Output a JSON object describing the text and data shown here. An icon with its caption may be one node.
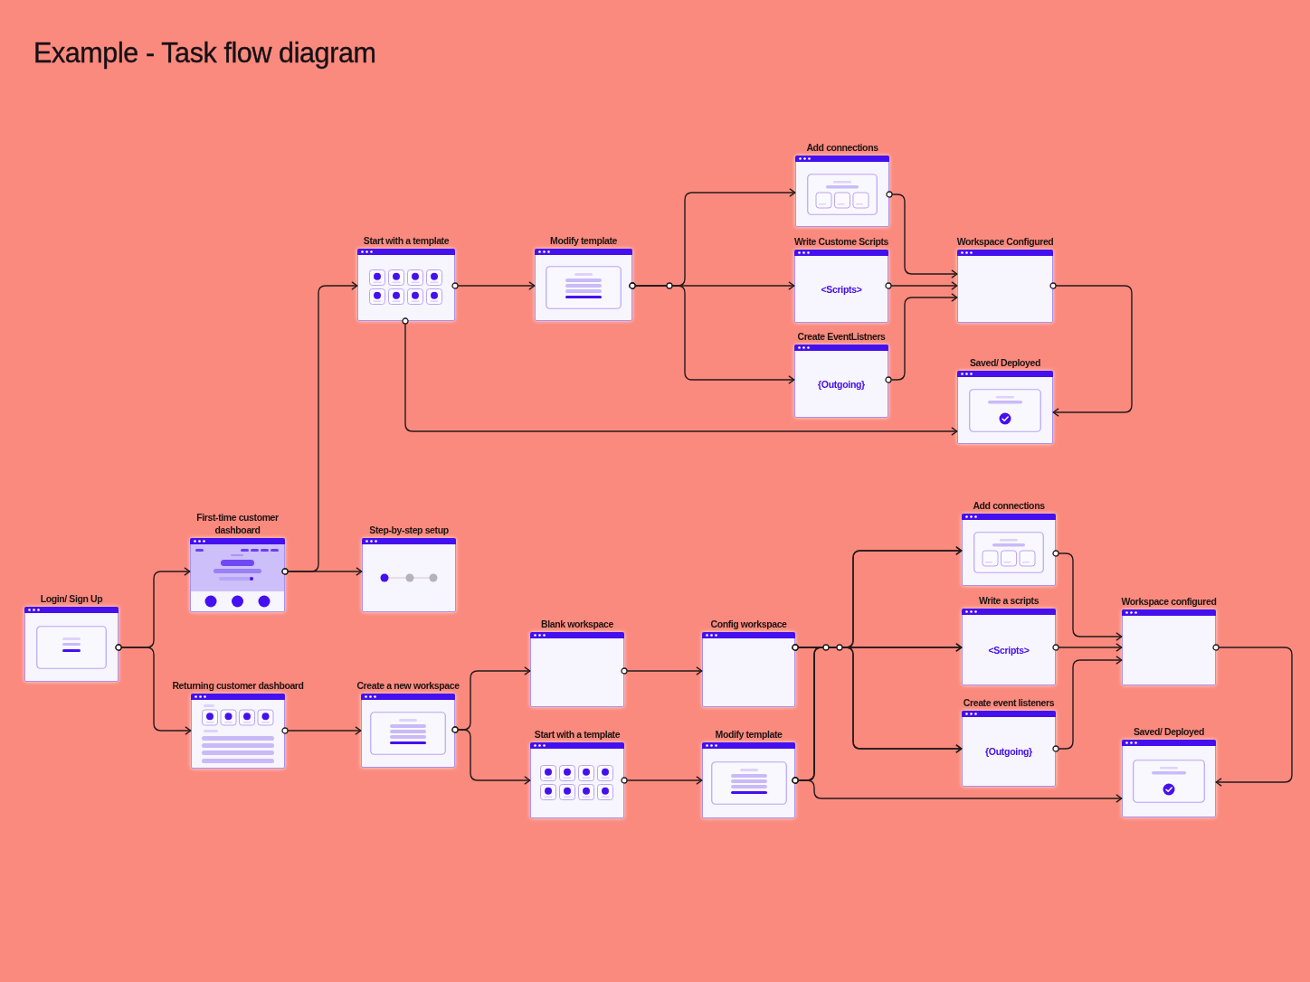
{
  "diagram": {
    "title": "Example - Task flow diagram",
    "nodes": [
      {
        "text": [
          "Login/ Sign Up"
        ]
      },
      {
        "text": [
          "First-time customer dashboard"
        ]
      },
      {
        "text": [
          "Returning customer dashboard"
        ]
      },
      {
        "text": [
          "Start with a template"
        ]
      },
      {
        "text": [
          "Step-by-step setup"
        ]
      },
      {
        "text": [
          "Modify template"
        ]
      },
      {
        "text": [
          "Add connections"
        ]
      },
      {
        "text": [
          "Write Custome Scripts",
          "<Scripts>"
        ]
      },
      {
        "text": [
          "Create EventListners",
          "{Outgoing}"
        ]
      },
      {
        "text": [
          "Workspace Configured"
        ]
      },
      {
        "text": [
          "Saved/ Deployed"
        ]
      },
      {
        "text": [
          "Create a new workspace"
        ]
      },
      {
        "text": [
          "Blank workspace"
        ]
      },
      {
        "text": [
          "Start with a template"
        ]
      },
      {
        "text": [
          "Config workspace"
        ]
      },
      {
        "text": [
          "Modify template"
        ]
      },
      {
        "text": [
          "Add connections"
        ]
      },
      {
        "text": [
          "Write a scripts",
          "<Scripts>"
        ]
      },
      {
        "text": [
          "Create event listeners",
          "{Outgoing}"
        ]
      },
      {
        "text": [
          "Workspace configured"
        ]
      },
      {
        "text": [
          "Saved/ Deployed"
        ]
      }
    ],
    "edges": [
      {
        "from": 0,
        "to": 1,
        "arrow": "to"
      },
      {
        "from": 0,
        "to": 2,
        "arrow": "to"
      },
      {
        "from": 1,
        "to": 3,
        "arrow": "to"
      },
      {
        "from": 1,
        "to": 4,
        "arrow": "to"
      },
      {
        "from": 3,
        "to": 5,
        "arrow": "to"
      },
      {
        "from": 5,
        "to": 6,
        "arrow": "to"
      },
      {
        "from": 5,
        "to": 7,
        "arrow": "to"
      },
      {
        "from": 5,
        "to": 8,
        "arrow": "to"
      },
      {
        "from": 6,
        "to": 9,
        "arrow": "to"
      },
      {
        "from": 7,
        "to": 9,
        "arrow": "to"
      },
      {
        "from": 8,
        "to": 9,
        "arrow": "to"
      },
      {
        "from": 9,
        "to": 10,
        "arrow": "to"
      },
      {
        "from": 3,
        "to": 10,
        "arrow": "to"
      },
      {
        "from": 2,
        "to": 11,
        "arrow": "to"
      },
      {
        "from": 11,
        "to": 12,
        "arrow": "to"
      },
      {
        "from": 11,
        "to": 13,
        "arrow": "to"
      },
      {
        "from": 12,
        "to": 14,
        "arrow": "to"
      },
      {
        "from": 13,
        "to": 15,
        "arrow": "to"
      },
      {
        "from": 14,
        "to": 16,
        "arrow": "to"
      },
      {
        "from": 14,
        "to": 17,
        "arrow": "to"
      },
      {
        "from": 14,
        "to": 18,
        "arrow": "to"
      },
      {
        "from": 15,
        "to": 16,
        "arrow": "to"
      },
      {
        "from": 15,
        "to": 17,
        "arrow": "to"
      },
      {
        "from": 15,
        "to": 18,
        "arrow": "to"
      },
      {
        "from": 15,
        "to": 20,
        "arrow": "to"
      },
      {
        "from": 16,
        "to": 19,
        "arrow": "to"
      },
      {
        "from": 17,
        "to": 19,
        "arrow": "to"
      },
      {
        "from": 18,
        "to": 19,
        "arrow": "to"
      },
      {
        "from": 19,
        "to": 20,
        "arrow": "to"
      }
    ]
  }
}
